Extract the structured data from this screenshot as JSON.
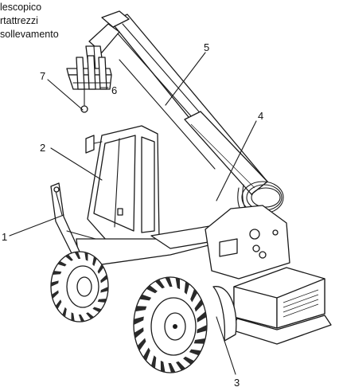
{
  "caption": {
    "line1": "lescopico",
    "line2": "rtattrezzi",
    "line3": "sollevamento"
  },
  "callouts": [
    {
      "id": "1",
      "label": "1"
    },
    {
      "id": "2",
      "label": "2"
    },
    {
      "id": "3",
      "label": "3"
    },
    {
      "id": "4",
      "label": "4"
    },
    {
      "id": "5",
      "label": "5"
    },
    {
      "id": "6",
      "label": "6"
    },
    {
      "id": "7",
      "label": "7"
    }
  ]
}
